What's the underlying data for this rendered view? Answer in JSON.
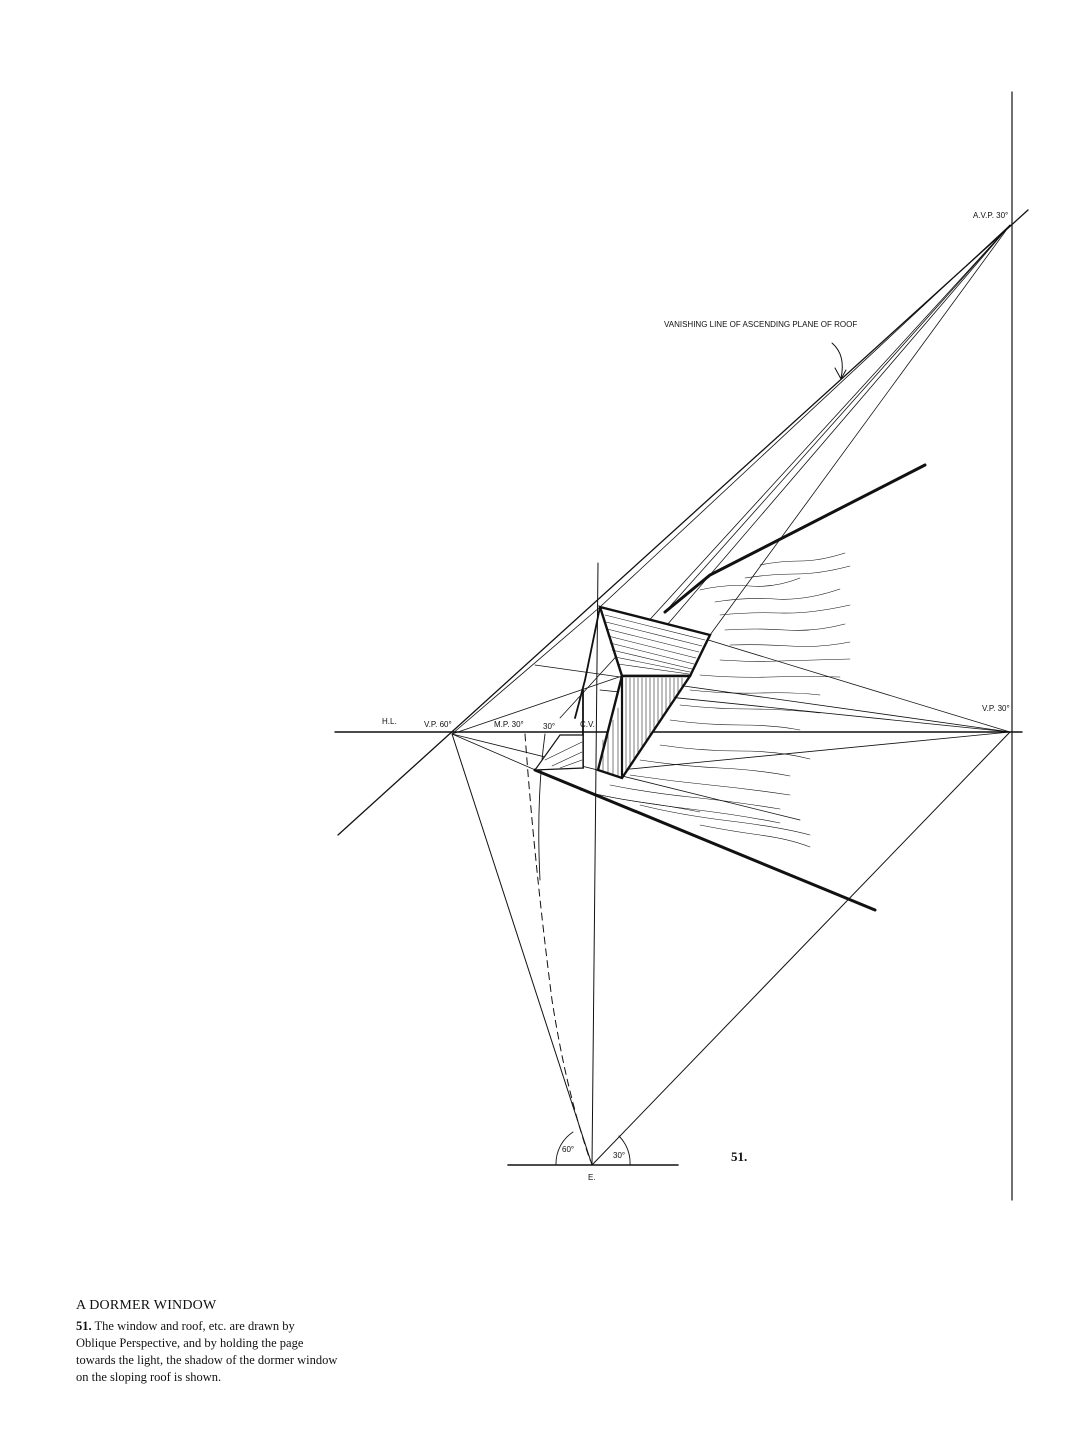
{
  "figure": {
    "labels": {
      "avp": "A.V.P. 30°",
      "vanishing_line": "VANISHING LINE OF ASCENDING PLANE OF ROOF",
      "hl": "H.L.",
      "vp60": "V.P. 60°",
      "mp30": "M.P. 30°",
      "angle30_small": "30°",
      "cv": "C.V.",
      "vp30": "V.P. 30°",
      "angle60": "60°",
      "angle30": "30°",
      "eye": "E.",
      "figure_number": "51."
    }
  },
  "caption": {
    "title": "A DORMER WINDOW",
    "number": "51.",
    "text": "The window and roof, etc. are drawn by Oblique Perspective, and by holding the page towards the light, the shadow of the dormer window on the sloping roof is shown."
  }
}
